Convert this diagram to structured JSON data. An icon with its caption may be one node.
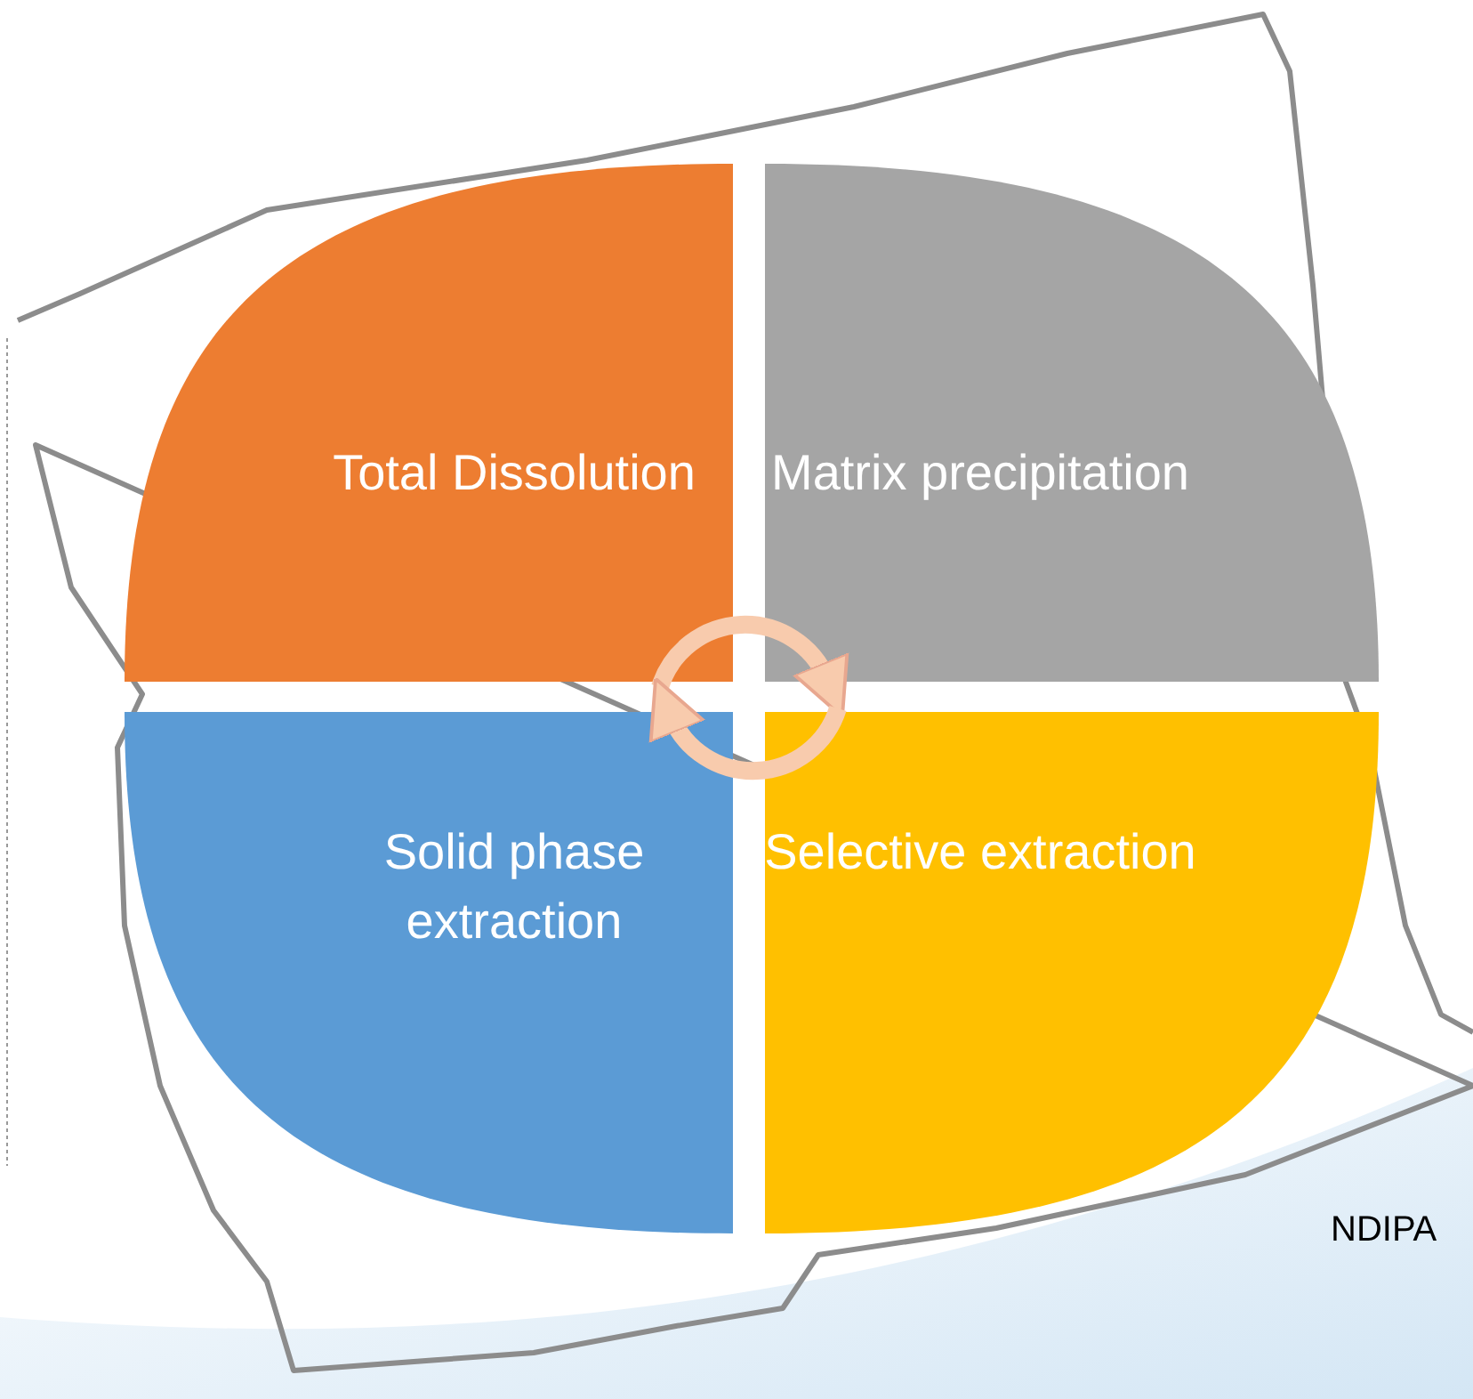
{
  "diagram": {
    "nodes": [
      {
        "text": [
          "Total Dissolution"
        ]
      },
      {
        "text": [
          "Matrix precipitation"
        ]
      },
      {
        "text": [
          "Solid phase extraction"
        ]
      },
      {
        "text": [
          "Selective extraction"
        ]
      }
    ],
    "edges": [
      {
        "from": 0,
        "to": 1,
        "arrow": "to"
      },
      {
        "from": 3,
        "to": 2,
        "arrow": "to"
      }
    ],
    "labels": [
      "NDIPA"
    ]
  }
}
